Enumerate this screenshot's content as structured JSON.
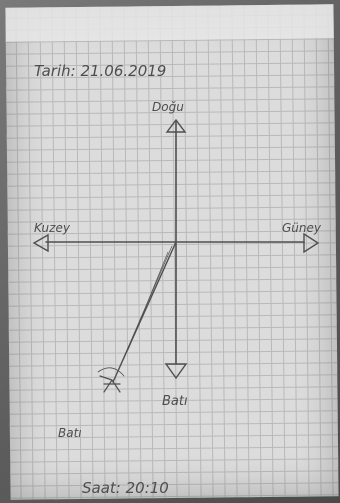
{
  "date_line": "Tarih: 21.06.2019",
  "directions": {
    "north_top": "Doğu",
    "left": "Kuzey",
    "right": "Güney",
    "bottom": "Batı"
  },
  "stick_label": "Batı",
  "time_line": "Saat: 20:10"
}
